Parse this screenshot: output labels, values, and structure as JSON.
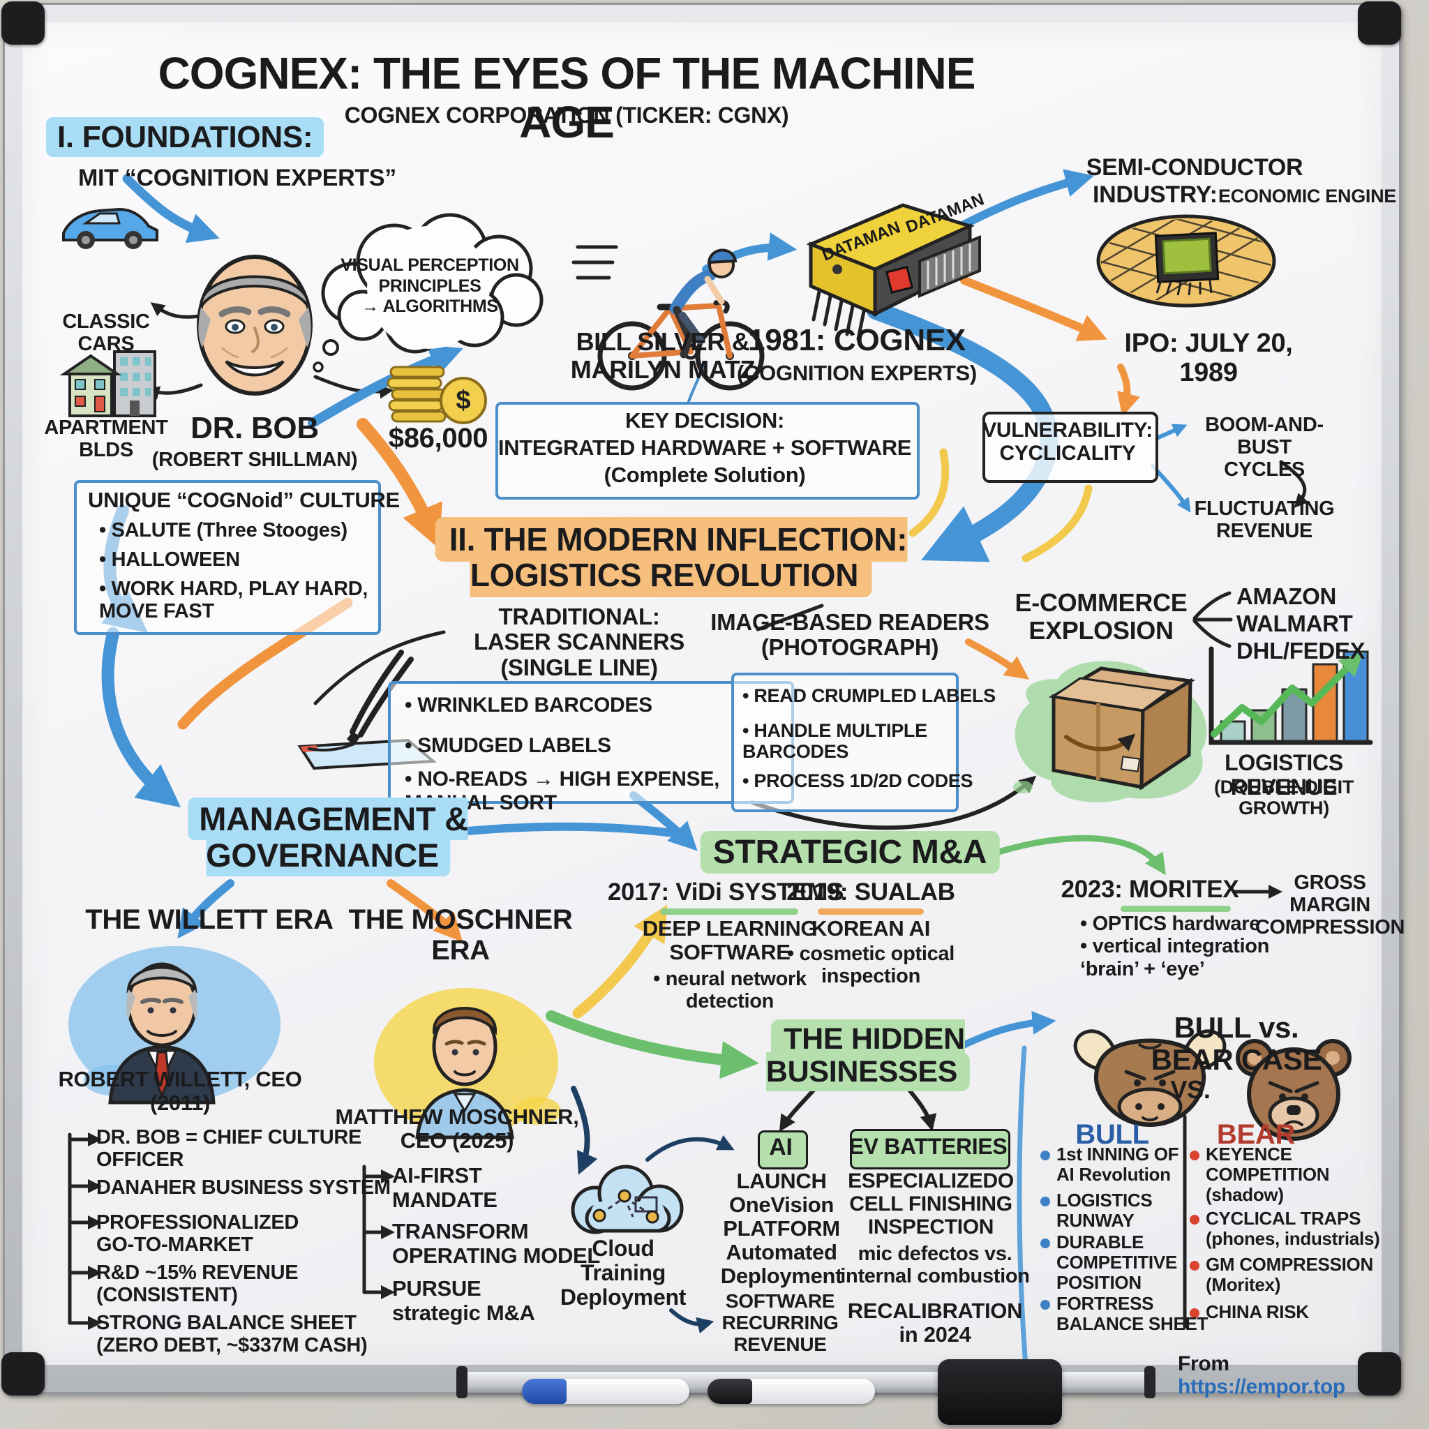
{
  "title": "COGNEX: THE EYES OF THE MACHINE AGE",
  "subtitle": "COGNEX CORPORATION (TICKER: CGNX)",
  "foundations": {
    "heading": "I. FOUNDATIONS:",
    "subheading": "MIT “COGNITION EXPERTS”",
    "classic_cars": "CLASSIC\nCARS",
    "apartment": "APARTMENT\nBLDS",
    "dr_bob": "DR. BOB",
    "dr_bob_name": "(ROBERT SHILLMAN)",
    "thought_cloud": "VISUAL PERCEPTION\nPRINCIPLES\n→ ALGORITHMS",
    "seed_money": "$86,000",
    "founders": "BILL SILVER &\nMARILYN MATZ",
    "dataman": "DATAMAN",
    "cognex_1981": "1981: COGNEX",
    "cognex_1981_sub": "(COGNITION EXPERTS)",
    "semi_line1": "SEMI-CONDUCTOR",
    "semi_line2": "INDUSTRY:",
    "semi_sub": "ECONOMIC ENGINE",
    "ipo": "IPO: JULY 20, 1989",
    "key_decision": "KEY DECISION:\nINTEGRATED HARDWARE + SOFTWARE\n(Complete Solution)",
    "vulnerability": "VULNERABILITY:\nCYCLICALITY",
    "boom_bust": "BOOM-AND-BUST\nCYCLES",
    "fluctuating": "FLUCTUATING\nREVENUE",
    "culture_title": "UNIQUE “COGNoid” CULTURE",
    "culture_items": [
      "• SALUTE (Three Stooges)",
      "• HALLOWEEN",
      "• WORK HARD, PLAY HARD,\n   MOVE FAST"
    ]
  },
  "inflection": {
    "heading": "II. THE MODERN INFLECTION:\nLOGISTICS REVOLUTION",
    "traditional": "TRADITIONAL:\nLASER SCANNERS\n(SINGLE LINE)",
    "traditional_items": [
      "• WRINKLED BARCODES",
      "• SMUDGED LABELS",
      "• NO-READS → HIGH EXPENSE,\n          MANUAL SORT"
    ],
    "image_based": "IMAGE-BASED READERS\n(PHOTOGRAPH)",
    "image_items": [
      "• READ CRUMPLED LABELS",
      "• HANDLE MULTIPLE\n   BARCODES",
      "• PROCESS 1D/2D CODES"
    ],
    "ecommerce": "E-COMMERCE\nEXPLOSION",
    "ecommerce_companies": "AMAZON\nWALMART\nDHL/FEDEX",
    "chart_label": "LOGISTICS REVENUE",
    "chart_sublabel": "(DOUBLE-DIGIT GROWTH)",
    "chart": {
      "type": "bar",
      "description": "stylized logistics revenue growth sketch, no axis labels",
      "values": [
        28,
        44,
        74,
        110,
        128
      ],
      "colors": [
        "#a8cfc8",
        "#8fbf8f",
        "#7d9aa6",
        "#e8883a",
        "#4a90d9"
      ],
      "trend": "up"
    }
  },
  "management": {
    "heading": "MANAGEMENT &\nGOVERNANCE",
    "willett_era": "THE WILLETT ERA",
    "willett_name": "ROBERT WILLETT, CEO\n(2011)",
    "willett_items": [
      "DR. BOB = CHIEF CULTURE\n              OFFICER",
      "DANAHER BUSINESS SYSTEM",
      "PROFESSIONALIZED\nGO-TO-MARKET",
      "R&D ~15% REVENUE\n     (CONSISTENT)",
      "STRONG BALANCE SHEET\n(ZERO DEBT, ~$337M CASH)"
    ],
    "moschner_era": "THE MOSCHNER\nERA",
    "moschner_name": "MATTHEW MOSCHNER,\nCEO (2025)",
    "moschner_items": [
      "AI-FIRST\nMANDATE",
      "TRANSFORM\nOPERATING MODEL",
      "PURSUE\nstrategic M&A"
    ],
    "cloud_label": "Cloud\nTraining\nDeployment",
    "software_revenue": "SOFTWARE\nRECURRING\nREVENUE"
  },
  "ma": {
    "heading": "STRATEGIC M&A",
    "vidi_year": "2017: ViDi SYSTEMS",
    "vidi_desc": "DEEP LEARNING\nSOFTWARE",
    "vidi_bullet": "• neural network\ndetection",
    "sualab_year": "2019: SUALAB",
    "sualab_desc": "KOREAN AI",
    "sualab_bullet": "• cosmetic optical\ninspection",
    "moritex_year": "2023: MORITEX",
    "moritex_bullets": "• OPTICS hardware\n• vertical integration\n   ‘brain’ + ‘eye’",
    "moritex_outcome": "GROSS\nMARGIN\nCOMPRESSION"
  },
  "hidden": {
    "heading": "THE HIDDEN\nBUSINESSES",
    "ai_tag": "AI",
    "ai_text": "LAUNCH\nOneVision\nPLATFORM",
    "ai_text2": "Automated\nDeployment",
    "ev_tag": "EV BATTERIES",
    "ev_text": "ESPECIALIZEDO\nCELL FINISHING\nINSPECTION",
    "ev_text2": "mic defectos vs.\ninternal combustion",
    "ev_text3": "RECALIBRATION\nin 2024"
  },
  "bullbear": {
    "heading": "BULL vs. BEAR CASE",
    "vs": "VS.",
    "bull_label": "BULL",
    "bull_items": [
      "1st INNING OF\nAI Revolution",
      "LOGISTICS\nRUNWAY",
      "DURABLE\nCOMPETITIVE\nPOSITION",
      "FORTRESS\nBALANCE SHEET"
    ],
    "bear_label": "BEAR",
    "bear_items": [
      "KEYENCE\nCOMPETITION\n  (shadow)",
      "CYCLICAL TRAPS\n(phones, industrials)",
      "GM COMPRESSION\n  (Moritex)",
      "CHINA RISK"
    ]
  },
  "footer": {
    "from": "From",
    "url": "https://empor.top"
  },
  "colors": {
    "blue_highlight": "#a9dcf5",
    "orange_highlight": "#f6bf7d",
    "green_highlight": "#b5e0ad",
    "arrow_blue": "#4494d6",
    "arrow_orange": "#f0953e",
    "arrow_yellow": "#f2c94c",
    "arrow_green": "#6cbf6c",
    "arrow_navy": "#1d3f63",
    "bull_blue": "#2a5fa8",
    "bear_red": "#b23b2e",
    "link_blue": "#2b6cb8"
  },
  "icons": {
    "car": "classic-car",
    "buildings": "apartment-buildings",
    "thought": "thought-cloud",
    "coins": "coin-stack",
    "cyclist": "road-cyclist",
    "device": "dataman-reader",
    "wafer": "silicon-wafer",
    "package": "shipping-box",
    "chart": "bar-chart-up",
    "cloud": "cloud-network",
    "bull": "bull-head",
    "bear": "bear-head"
  }
}
